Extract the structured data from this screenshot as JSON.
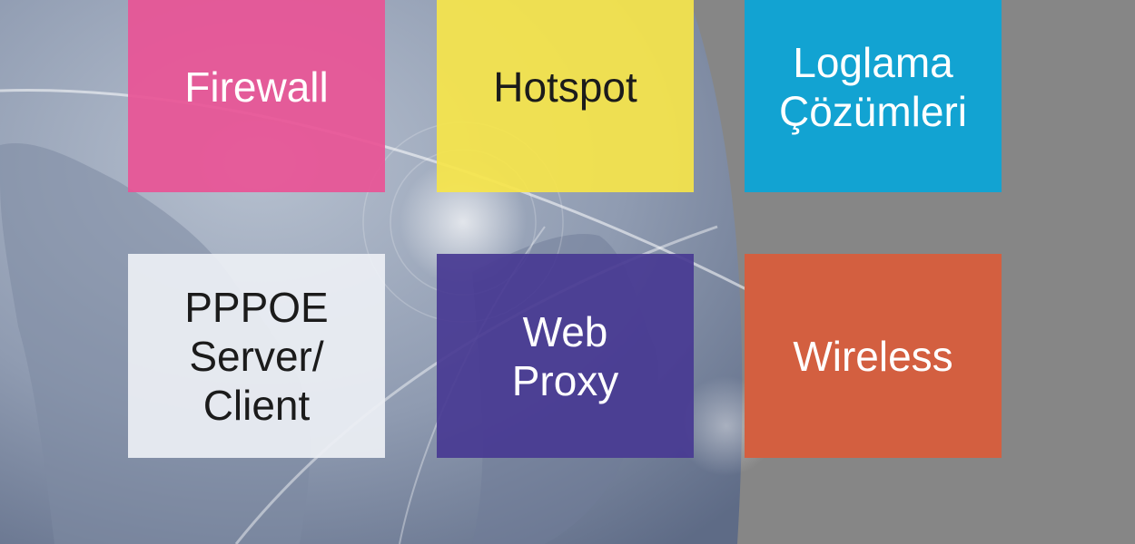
{
  "colors": {
    "background_gray": "#868686",
    "globe_light": "#a9b4c4",
    "globe_dark": "#6d7a92",
    "land": "#8e99ad"
  },
  "tiles": [
    {
      "lines": [
        "Firewall"
      ],
      "bg": "rgba(232,84,150,0.93)",
      "fg": "#ffffff"
    },
    {
      "lines": [
        "Hotspot"
      ],
      "bg": "rgba(246,229,74,0.92)",
      "fg": "#1b1b1b"
    },
    {
      "lines": [
        "Loglama",
        "Çözümleri"
      ],
      "bg": "#12a3d2",
      "fg": "#ffffff"
    },
    {
      "lines": [
        "PPPOE",
        "Server/",
        "Client"
      ],
      "bg": "rgba(236,239,244,0.93)",
      "fg": "#1b1b1b"
    },
    {
      "lines": [
        "Web",
        "Proxy"
      ],
      "bg": "rgba(72,57,146,0.92)",
      "fg": "#ffffff"
    },
    {
      "lines": [
        "Wireless"
      ],
      "bg": "#d35f40",
      "fg": "#ffffff"
    }
  ]
}
